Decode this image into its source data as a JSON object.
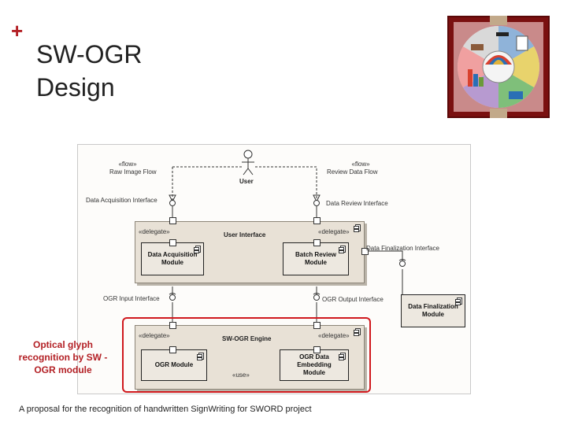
{
  "slide": {
    "title_line1": "SW-OGR",
    "title_line2": "Design",
    "callout": "Optical glyph recognition by SW -OGR module",
    "caption": "A proposal for the recognition of handwritten SignWriting for SWORD project"
  },
  "diagram": {
    "flow_left_stereo": "«flow»",
    "flow_left_label": "Raw Image Flow",
    "flow_right_stereo": "«flow»",
    "flow_right_label": "Review Data Flow",
    "actor_label": "User",
    "data_acquisition_interface": "Data Acquisition Interface",
    "data_review_interface": "Data Review Interface",
    "data_finalization_interface": "Data Finalization Interface",
    "ogr_input_interface": "OGR Input Interface",
    "ogr_output_interface": "OGR Output Interface",
    "ui_package": {
      "title": "User Interface",
      "delegate_left": "«delegate»",
      "delegate_right": "«delegate»"
    },
    "data_acquisition_module": "Data Acquisition Module",
    "batch_review_module": "Batch Review Module",
    "data_finalization_module": "Data Finalization Module",
    "engine_package": {
      "title": "SW-OGR Engine",
      "delegate_left": "«delegate»",
      "delegate_right": "«delegate»"
    },
    "ogr_module": "OGR Module",
    "ogr_embedding_module": "OGR Data Embedding Module",
    "use_label": "«use»"
  },
  "logo": {
    "colors": [
      "#7a1010",
      "#c98a8a",
      "#2a6fb5",
      "#e0b23a",
      "#d8412f",
      "#6a9a3a"
    ]
  }
}
